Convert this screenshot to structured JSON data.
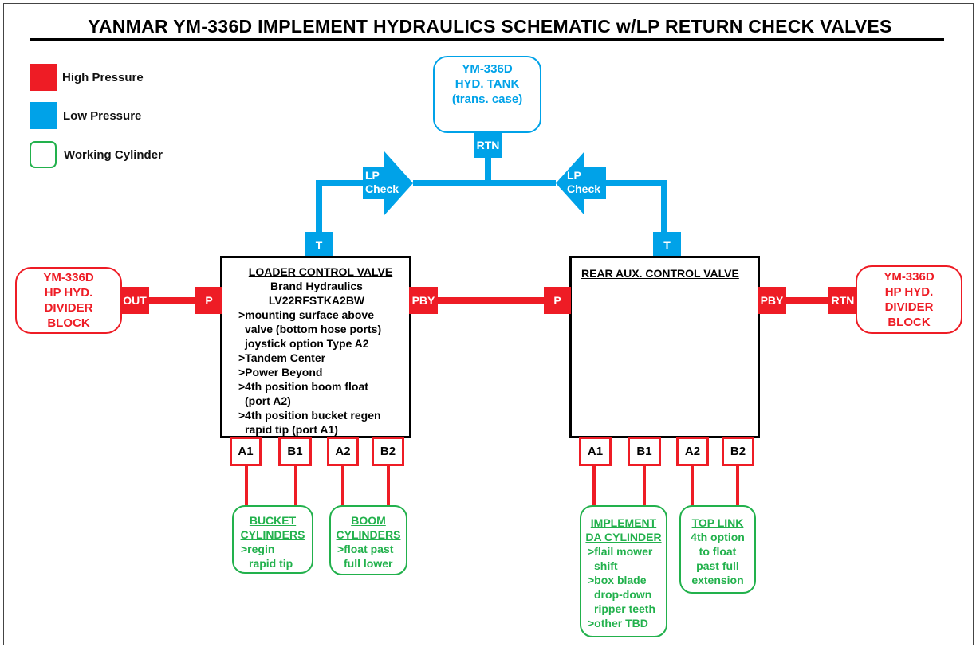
{
  "title": "YANMAR YM-336D IMPLEMENT HYDRAULICS SCHEMATIC w/LP RETURN CHECK VALVES",
  "colors": {
    "high_pressure": "#ee1c25",
    "low_pressure": "#00a2e8",
    "working_cylinder": "#22b14c"
  },
  "legend": {
    "high": "High Pressure",
    "low": "Low Pressure",
    "cyl": "Working Cylinder"
  },
  "tank": {
    "line1": "YM-336D",
    "line2": "HYD. TANK",
    "line3": "(trans. case)",
    "port": "RTN"
  },
  "check_left": {
    "line1": "LP",
    "line2": "Check"
  },
  "check_right": {
    "line1": "LP",
    "line2": "Check"
  },
  "divider_left": {
    "line1": "YM-336D",
    "line2": "HP HYD.",
    "line3": "DIVIDER",
    "line4": "BLOCK",
    "port": "OUT"
  },
  "divider_right": {
    "line1": "YM-336D",
    "line2": "HP HYD.",
    "line3": "DIVIDER",
    "line4": "BLOCK",
    "port": "RTN"
  },
  "loader": {
    "title": "LOADER CONTROL VALVE",
    "lines": [
      "Brand Hydraulics",
      "LV22RFSTKA2BW",
      ">mounting surface above",
      "valve (bottom hose ports)",
      "joystick option Type A2",
      ">Tandem Center",
      ">Power Beyond",
      ">4th position boom float",
      "(port  A2)",
      ">4th position bucket regen",
      "rapid tip (port A1)"
    ],
    "t_port": "T",
    "p_port": "P",
    "pby_port": "PBY",
    "ports": [
      "A1",
      "B1",
      "A2",
      "B2"
    ]
  },
  "rear": {
    "title": "REAR AUX. CONTROL VALVE",
    "t_port": "T",
    "p_port": "P",
    "pby_port": "PBY",
    "ports": [
      "A1",
      "B1",
      "A2",
      "B2"
    ]
  },
  "cylinders": {
    "bucket": {
      "t1": "BUCKET",
      "t2": "CYLINDERS",
      "d1": ">regin",
      "d2": "rapid tip"
    },
    "boom": {
      "t1": "BOOM",
      "t2": "CYLINDERS",
      "d1": ">float past",
      "d2": "full lower"
    },
    "implement": {
      "t1": "IMPLEMENT",
      "t2": "DA CYLINDER",
      "d1": ">flail mower",
      "d2": "shift",
      "d3": ">box blade",
      "d4": "drop-down",
      "d5": "ripper teeth",
      "d6": ">other TBD"
    },
    "toplink": {
      "t1": "TOP LINK",
      "d1": "4th option",
      "d2": "to float",
      "d3": "past full",
      "d4": "extension"
    }
  }
}
